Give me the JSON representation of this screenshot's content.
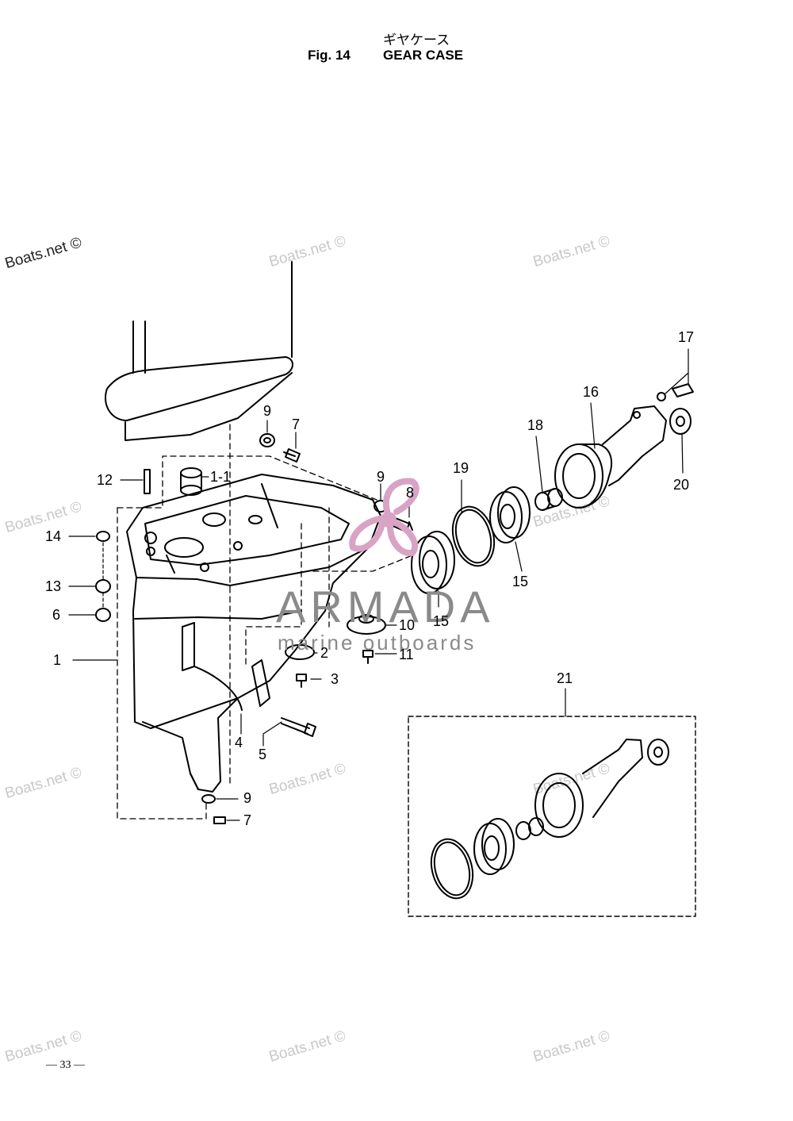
{
  "header": {
    "title_jp": "ギヤケース",
    "fig_number": "Fig. 14",
    "fig_title": "GEAR CASE"
  },
  "page_number": "— 33 —",
  "watermark": {
    "text": "Boats.net ©"
  },
  "brand": {
    "name": "ARMADA",
    "tagline": "marine outboards",
    "logo_color": "#d9a3c5"
  },
  "callouts": [
    "1",
    "1-1",
    "2",
    "3",
    "4",
    "5",
    "6",
    "7",
    "7",
    "8",
    "9",
    "9",
    "9",
    "10",
    "11",
    "12",
    "13",
    "14",
    "15",
    "15",
    "16",
    "17",
    "18",
    "19",
    "20",
    "21"
  ]
}
